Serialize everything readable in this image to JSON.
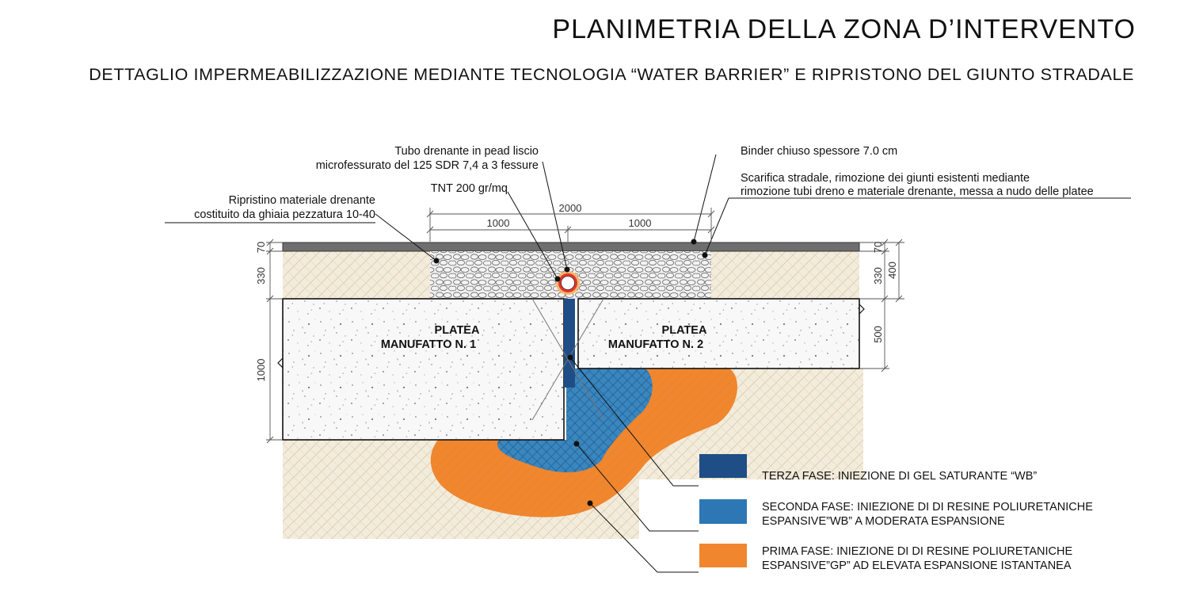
{
  "title": "PLANIMETRIA DELLA ZONA D’INTERVENTO",
  "subtitle": "DETTAGLIO IMPERMEABILIZZAZIONE MEDIANTE TECNOLOGIA “WATER BARRIER” E RIPRISTONO DEL GIUNTO STRADALE",
  "annotations": {
    "tubo_line1": "Tubo drenante in pead liscio",
    "tubo_line2": "microfessurato del 125 SDR  7,4 a 3 fessure",
    "tnt": "TNT 200 gr/mq",
    "ripristino_line1": "Ripristino materiale drenante",
    "ripristino_line2": "costituito da ghiaia pezzatura 10-40",
    "binder": "Binder chiuso spessore 7.0 cm",
    "scarifica_line1": "Scarifica stradale, rimozione dei giunti esistenti mediante",
    "scarifica_line2": "rimozione tubi dreno e materiale drenante, messa a nudo delle platee"
  },
  "dimensions": {
    "total": "2000",
    "left_half": "1000",
    "right_half": "1000",
    "left_70": "70",
    "left_330": "330",
    "left_1000": "1000",
    "right_70": "70",
    "right_330": "330",
    "right_400": "400",
    "right_500": "500"
  },
  "platea1": {
    "line1": "PLATEA",
    "line2": "MANUFATTO N. 1"
  },
  "platea2": {
    "line1": "PLATEA",
    "line2": "MANUFATTO N. 2"
  },
  "legend": [
    {
      "color": "#1f4e86",
      "line1": "TERZA  FASE: INIEZIONE DI GEL SATURANTE “WB”",
      "line2": ""
    },
    {
      "color": "#2d78b4",
      "line1": "SECONDA  FASE: INIEZIONE DI DI RESINE POLIURETANICHE",
      "line2": "ESPANSIVE”WB” A MODERATA ESPANSIONE"
    },
    {
      "color": "#f0862e",
      "line1": "PRIMA  FASE: INIEZIONE DI DI RESINE POLIURETANICHE",
      "line2": "ESPANSIVE”GP” AD ELEVATA ESPANSIONE ISTANTANEA"
    }
  ],
  "colors": {
    "binder": "#6e6e6e",
    "sand": "#f1e9d8",
    "concrete": "#f7f7f7",
    "gel": "#1f4e86",
    "resin_wb": "#2d78b4",
    "resin_gp": "#f0862e",
    "pipe": "#e8322a"
  }
}
